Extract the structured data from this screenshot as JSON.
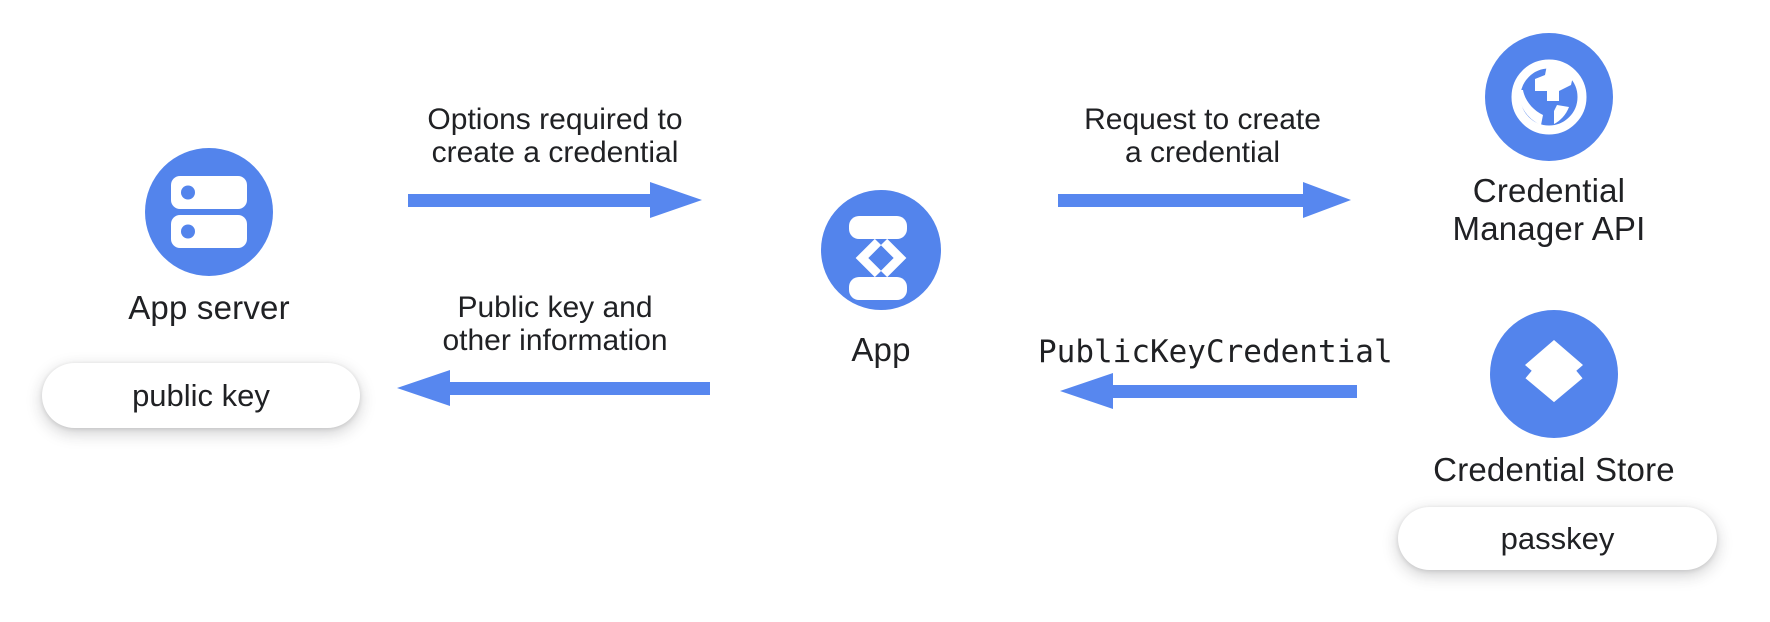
{
  "colors": {
    "node_blue": "#5384EC",
    "arrow_blue": "#5787EF",
    "text": "#202124",
    "pill_bg": "#FFFFFF"
  },
  "nodes": {
    "app_server": {
      "label": "App server",
      "badge": "public key",
      "icon": "server-icon"
    },
    "app": {
      "label": "App",
      "icon": "phone-code-icon"
    },
    "credential_manager_api": {
      "line1": "Credential",
      "line2": "Manager API",
      "icon": "globe-icon"
    },
    "credential_store": {
      "label": "Credential Store",
      "badge": "passkey",
      "icon": "layers-icon"
    }
  },
  "arrows": {
    "options": {
      "line1": "Options required to",
      "line2": "create a credential",
      "direction": "right",
      "from": "App server",
      "to": "App"
    },
    "request": {
      "line1": "Request to create",
      "line2": "a credential",
      "direction": "right",
      "from": "App",
      "to": "Credential Manager API"
    },
    "public_key_info": {
      "line1": "Public key and",
      "line2": "other information",
      "direction": "left",
      "from": "App",
      "to": "App server"
    },
    "public_key_credential": {
      "label": "PublicKeyCredential",
      "direction": "left",
      "from": "Credential Store",
      "to": "App"
    }
  }
}
